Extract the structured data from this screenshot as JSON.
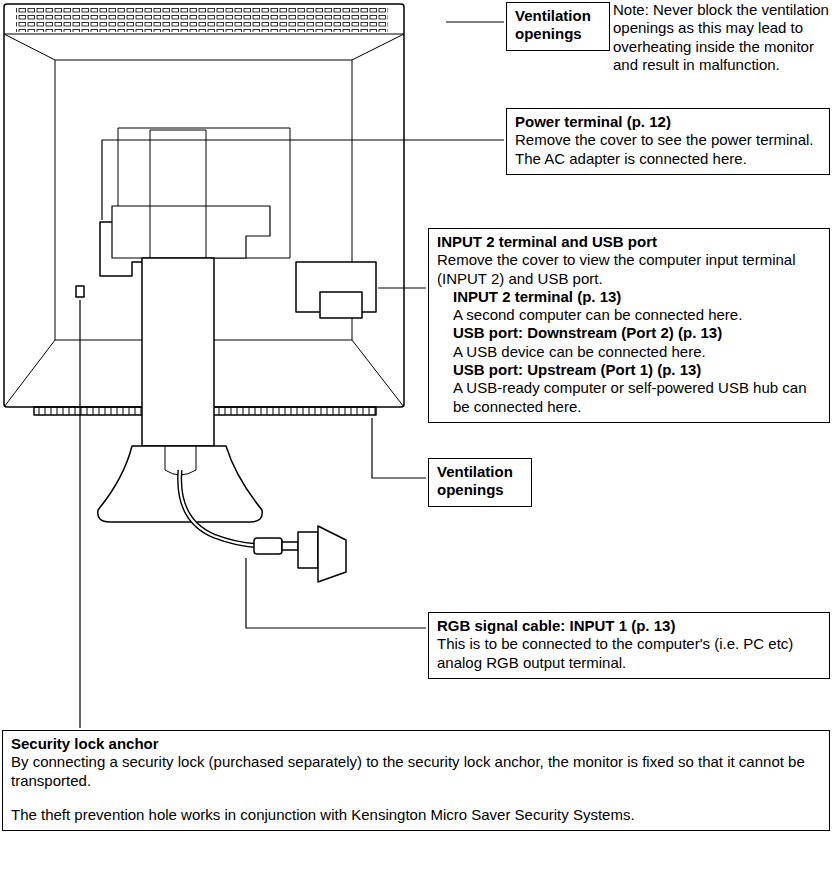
{
  "diagram": {
    "nodes": [
      {
        "text": [
          "Ventilation openings"
        ]
      },
      {
        "text": [
          "Power terminal (p. 12)",
          "Remove the cover to see the power terminal. The AC adapter is connected here."
        ]
      },
      {
        "text": [
          "INPUT 2 terminal and USB port",
          "Remove the cover to view the computer input terminal (INPUT 2) and USB port.",
          "INPUT 2 terminal (p. 13)",
          "A second computer can be connected here.",
          "USB port: Downstream (Port 2) (p. 13)",
          "A USB device can be connected here.",
          "USB port: Upstream (Port 1) (p. 13)",
          "A USB-ready computer or self-powered USB hub can be connected here."
        ]
      },
      {
        "text": [
          "Ventilation openings"
        ]
      },
      {
        "text": [
          "RGB signal cable: INPUT 1 (p. 13)",
          "This is to be connected to the computer's (i.e. PC etc) analog RGB output terminal."
        ]
      },
      {
        "text": [
          "Security lock anchor",
          "By connecting a security lock (purchased separately) to the security lock anchor, the monitor is fixed so that it cannot be transported.",
          "The theft prevention hole works in conjunction with Kensington Micro Saver Security Systems."
        ]
      }
    ],
    "labels": [
      "Note: Never block the ventilation openings as this may lead to overheating inside the monitor and result in malfunction."
    ]
  }
}
